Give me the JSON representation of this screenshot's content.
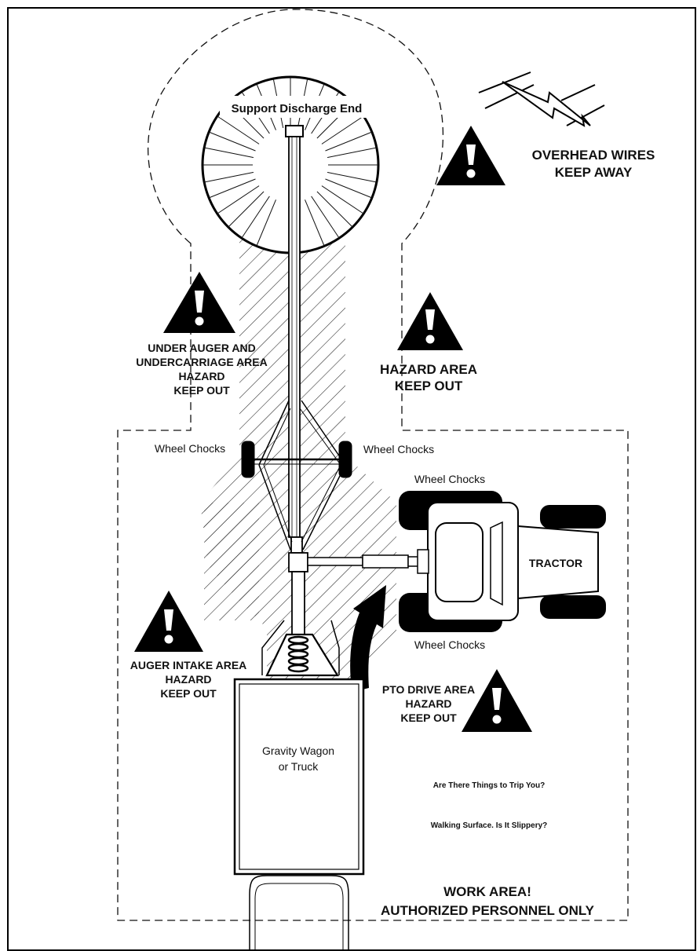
{
  "labels": {
    "support_discharge": "Support Discharge End",
    "overhead_1": "OVERHEAD WIRES",
    "overhead_2": "KEEP AWAY",
    "under_1": "UNDER AUGER AND",
    "under_2": "UNDERCARRIAGE AREA",
    "under_3": "HAZARD",
    "under_4": "KEEP OUT",
    "hazard_1": "HAZARD AREA",
    "hazard_2": "KEEP OUT",
    "chocks_left": "Wheel Chocks",
    "chocks_right": "Wheel Chocks",
    "chocks_tractor_top": "Wheel Chocks",
    "chocks_tractor_bottom": "Wheel Chocks",
    "tractor": "TRACTOR",
    "intake_1": "AUGER INTAKE AREA",
    "intake_2": "HAZARD",
    "intake_3": "KEEP OUT",
    "pto_1": "PTO DRIVE AREA",
    "pto_2": "HAZARD",
    "pto_3": "KEEP OUT",
    "wagon_1": "Gravity Wagon",
    "wagon_2": "or Truck",
    "trip": "Are There Things to Trip You?",
    "slippery": "Walking Surface.  Is It Slippery?",
    "work_1": "WORK AREA!",
    "work_2": "AUTHORIZED PERSONNEL ONLY"
  }
}
